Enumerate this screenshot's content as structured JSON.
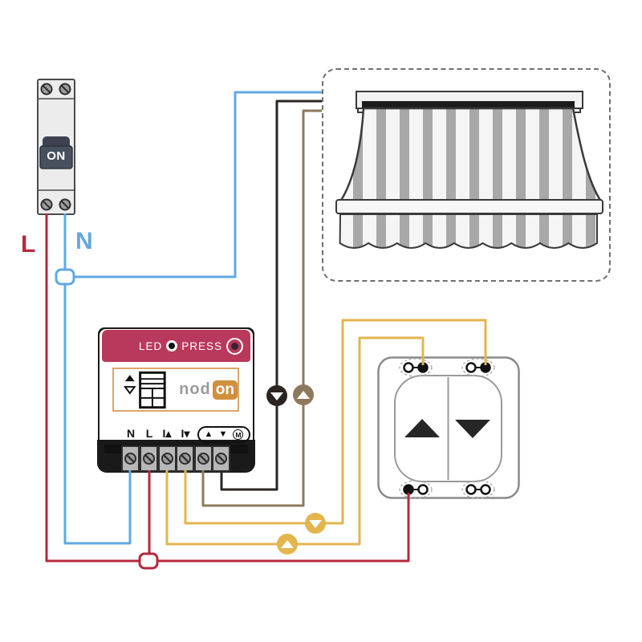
{
  "breaker": {
    "switch_label": "ON"
  },
  "labels": {
    "live": "L",
    "neutral": "N"
  },
  "module": {
    "led_label": "LED",
    "press_label": "PRESS",
    "brand": {
      "part1": "nod",
      "part2": "on"
    },
    "terminals": [
      "N",
      "L",
      "I▴",
      "I▾"
    ],
    "motor_group": [
      "▲",
      "▼",
      "M"
    ]
  },
  "colors": {
    "live_wire": "#b5293e",
    "neutral_wire": "#62a8e2",
    "input_wire": "#e3b54d",
    "motor_up_wire": "#8d7a5c",
    "motor_down_wire": "#2b2420",
    "module_band": "#b8395b",
    "brand_orange": "#d0903e",
    "label_border": "#dba768"
  }
}
